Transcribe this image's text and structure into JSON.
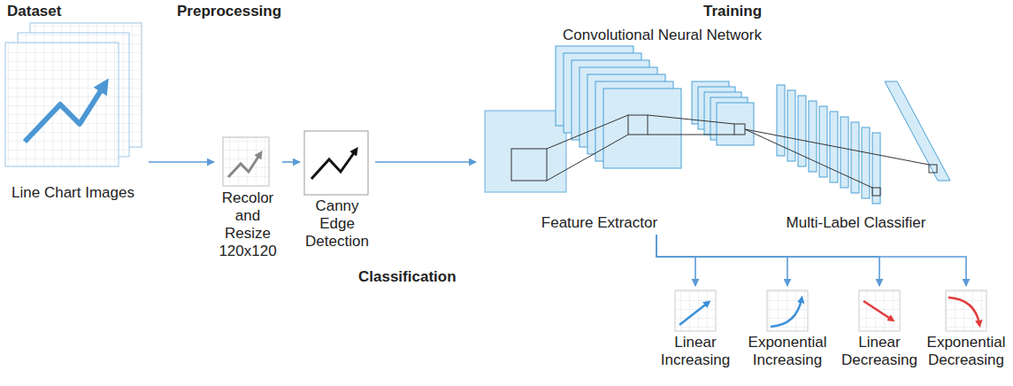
{
  "diagram": {
    "nodes": [
      {
        "text": [
          "Line Chart Images"
        ]
      },
      {
        "text": [
          "Recolor and Resize 120x120"
        ]
      },
      {
        "text": [
          "Canny Edge Detection"
        ]
      },
      {
        "text": [
          "Convolutional Neural Network"
        ]
      },
      {
        "text": [
          "Feature Extractor"
        ],
        "in": 3
      },
      {
        "text": [
          "Multi-Label Classifier"
        ],
        "in": 3
      },
      {
        "text": [
          "Linear Increasing"
        ]
      },
      {
        "text": [
          "Exponential Increasing"
        ]
      },
      {
        "text": [
          "Linear Decreasing"
        ]
      },
      {
        "text": [
          "Exponential Decreasing"
        ]
      }
    ],
    "edges": [
      {
        "from": 0,
        "to": 1,
        "arrow": "to"
      },
      {
        "from": 1,
        "to": 2,
        "arrow": "to"
      },
      {
        "from": 2,
        "to": 3,
        "arrow": "to"
      },
      {
        "from": 4,
        "to": 6,
        "arrow": "to"
      },
      {
        "from": 4,
        "to": 7,
        "arrow": "to"
      },
      {
        "from": 4,
        "to": 8,
        "arrow": "to"
      },
      {
        "from": 4,
        "to": 9,
        "arrow": "to"
      }
    ],
    "labels": [
      "Dataset",
      "Preprocessing",
      "Training",
      "Classification"
    ]
  }
}
